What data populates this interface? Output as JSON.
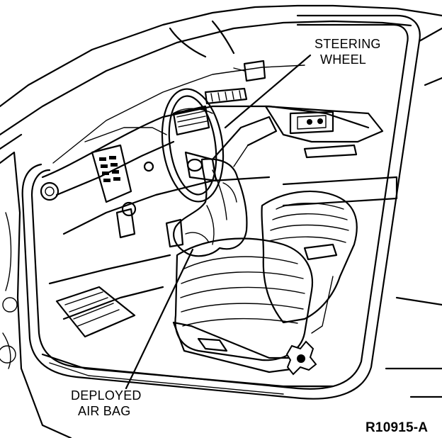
{
  "labels": {
    "steering_wheel_line1": "STEERING",
    "steering_wheel_line2": "WHEEL",
    "air_bag_line1": "DEPLOYED",
    "air_bag_line2": "AIR BAG",
    "figure_code": "R10915-A"
  },
  "colors": {
    "ink": "#000000",
    "background": "#ffffff"
  }
}
